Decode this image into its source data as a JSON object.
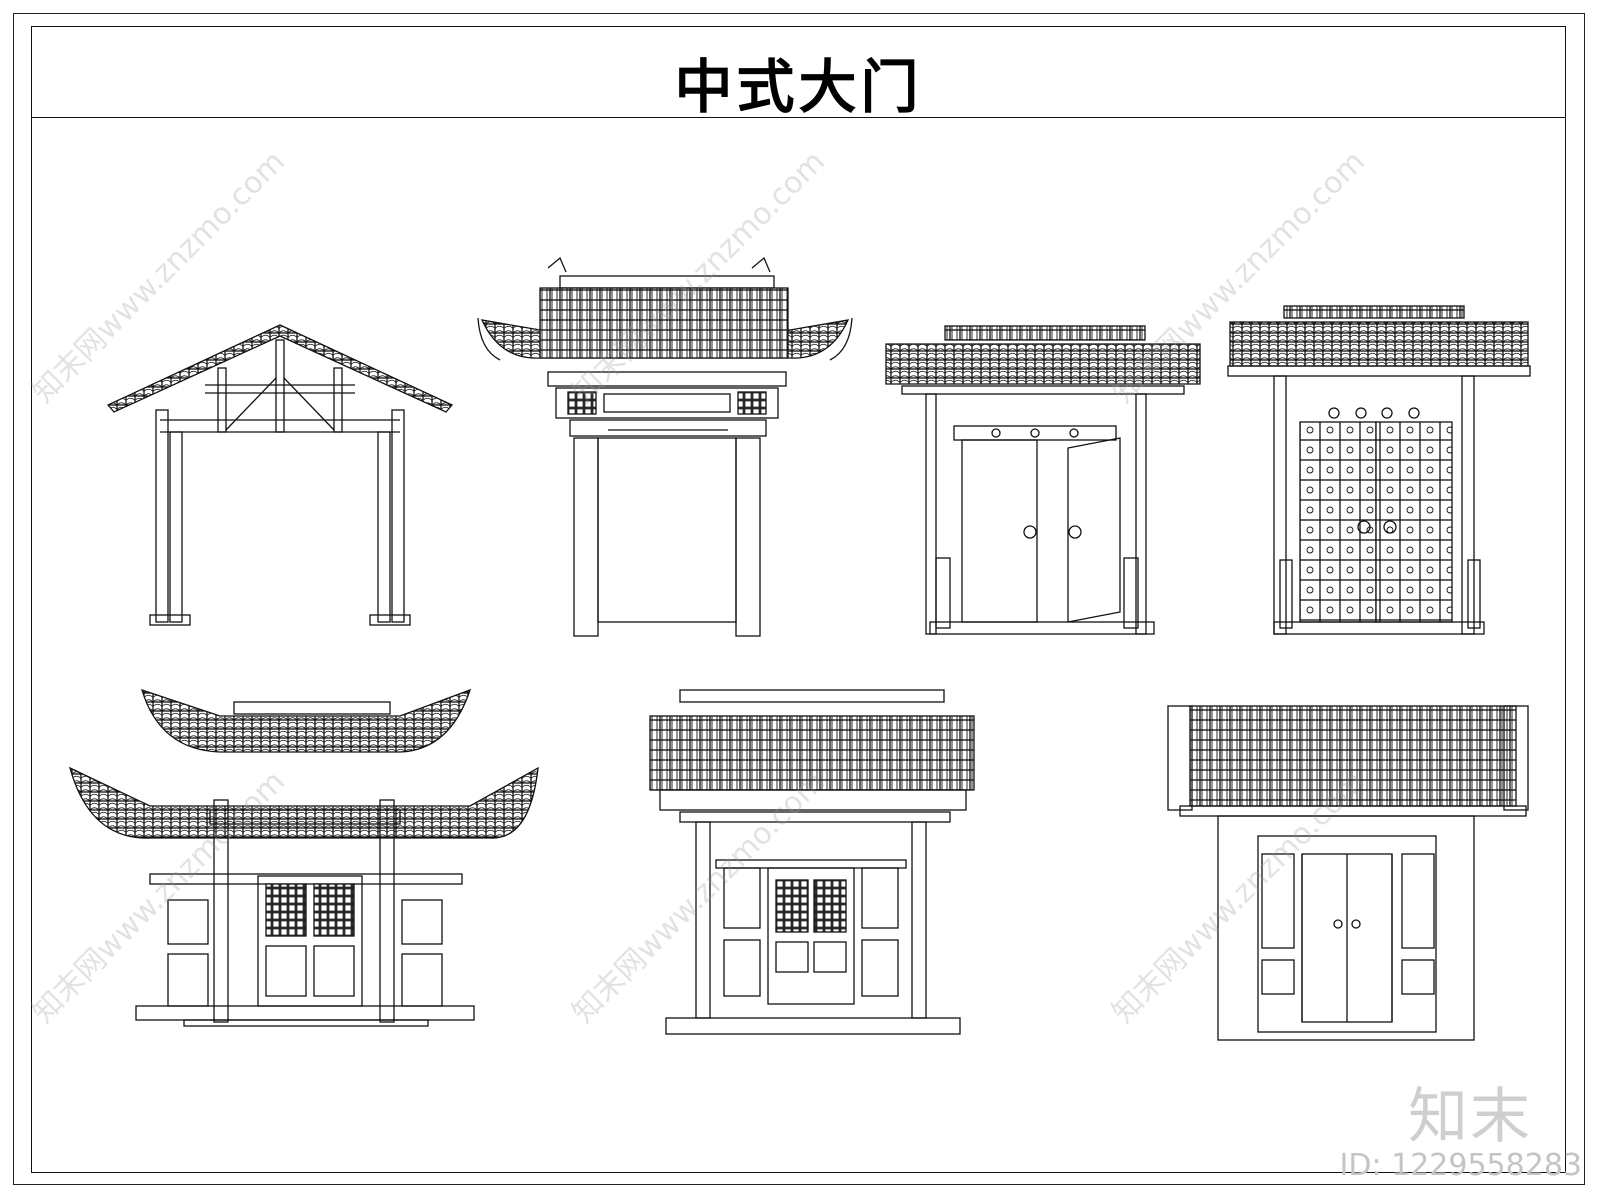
{
  "title": "中式大门",
  "watermark": {
    "logo_text": "知末",
    "id_text": "ID: 1229558283",
    "diagonal_text": "知末网www.znzmo.com"
  },
  "gates": [
    {
      "style": "timber-frame-open-gate"
    },
    {
      "style": "upturned-eave-gate-with-lintel"
    },
    {
      "style": "tiled-roof-double-door-open"
    },
    {
      "style": "tiled-roof-studded-double-door"
    },
    {
      "style": "double-tier-flying-eave-gate"
    },
    {
      "style": "carved-panel-gate-with-brackets"
    },
    {
      "style": "hard-gable-double-door"
    }
  ],
  "colors": {
    "line": "#111111",
    "frame": "#111111",
    "watermark": "#cfcfcf"
  }
}
